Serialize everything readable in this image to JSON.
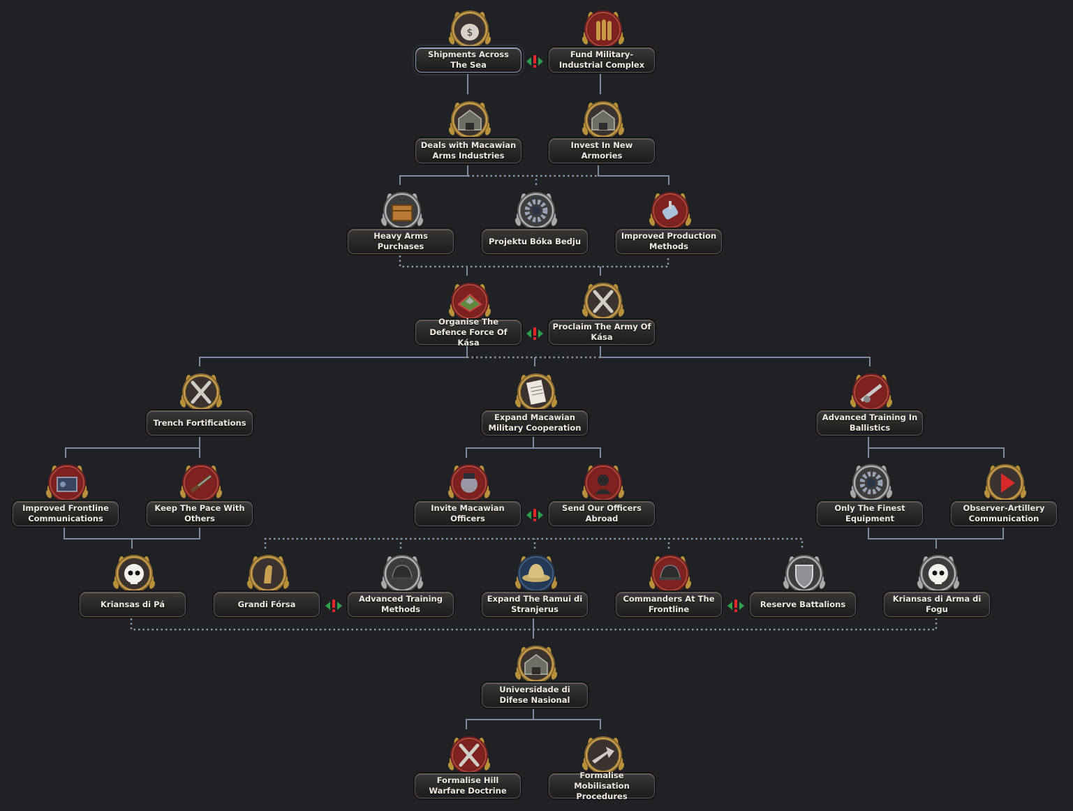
{
  "focus_tree": {
    "nodes": [
      {
        "id": "shipments",
        "label": "Shipments Across The Sea",
        "icon": "money-bag-icon",
        "col": 671,
        "row": 0,
        "theme": "gold",
        "selected": true
      },
      {
        "id": "fund",
        "label": "Fund Military-Industrial Complex",
        "icon": "shells-icon",
        "col": 862,
        "row": 0,
        "theme": "red"
      },
      {
        "id": "deals",
        "label": "Deals with Macawian Arms Industries",
        "icon": "factory-icon",
        "col": 671,
        "row": 1,
        "theme": "gold"
      },
      {
        "id": "invest",
        "label": "Invest In New Armories",
        "icon": "warehouse-icon",
        "col": 862,
        "row": 1,
        "theme": "gold"
      },
      {
        "id": "heavy",
        "label": "Heavy Arms Purchases",
        "icon": "crate-icon",
        "col": 574,
        "row": 2,
        "theme": "silver"
      },
      {
        "id": "projektu",
        "label": "Projektu Bóka Bedju",
        "icon": "gear-rifles-icon",
        "col": 766,
        "row": 2,
        "theme": "silver"
      },
      {
        "id": "improved_prod",
        "label": "Improved Production Methods",
        "icon": "wrench-icon",
        "col": 958,
        "row": 2,
        "theme": "red"
      },
      {
        "id": "organise",
        "label": "Organise The Defence Force Of Kása",
        "icon": "map-fort-icon",
        "col": 671,
        "row": 3,
        "theme": "red"
      },
      {
        "id": "proclaim",
        "label": "Proclaim The Army Of Kása",
        "icon": "crossed-cannons-icon",
        "col": 862,
        "row": 3,
        "theme": "gold"
      },
      {
        "id": "trench",
        "label": "Trench Fortifications",
        "icon": "trench-icon",
        "col": 286,
        "row": 4,
        "theme": "gold"
      },
      {
        "id": "expand_mac",
        "label": "Expand Macawian Military Cooperation",
        "icon": "document-icon",
        "col": 766,
        "row": 4,
        "theme": "gold"
      },
      {
        "id": "adv_ball",
        "label": "Advanced Training In Ballistics",
        "icon": "artillery-icon",
        "col": 1246,
        "row": 4,
        "theme": "red"
      },
      {
        "id": "frontline_comm",
        "label": "Improved Frontline Communications",
        "icon": "radio-icon",
        "col": 94,
        "row": 5,
        "theme": "red"
      },
      {
        "id": "keep_pace",
        "label": "Keep The Pace With Others",
        "icon": "rifle-icon",
        "col": 286,
        "row": 5,
        "theme": "red"
      },
      {
        "id": "invite",
        "label": "Invite Macawian Officers",
        "icon": "officer-pony-icon",
        "col": 670,
        "row": 5,
        "theme": "red"
      },
      {
        "id": "send",
        "label": "Send Our Officers Abroad",
        "icon": "soldier-silhouette-icon",
        "col": 862,
        "row": 5,
        "theme": "red"
      },
      {
        "id": "finest",
        "label": "Only The Finest Equipment",
        "icon": "gear-icon",
        "col": 1246,
        "row": 5,
        "theme": "silver"
      },
      {
        "id": "observer",
        "label": "Observer-Artillery Communication",
        "icon": "flag-play-icon",
        "col": 1438,
        "row": 5,
        "theme": "gold"
      },
      {
        "id": "kriansas_pa",
        "label": "Kriansas di Pá",
        "icon": "skull-icon",
        "col": 190,
        "row": 6,
        "theme": "gold"
      },
      {
        "id": "grandi",
        "label": "Grandi Fórsa",
        "icon": "pony-statue-icon",
        "col": 382,
        "row": 6,
        "theme": "gold"
      },
      {
        "id": "adv_train",
        "label": "Advanced Training Methods",
        "icon": "helmet-icon",
        "col": 574,
        "row": 6,
        "theme": "silver"
      },
      {
        "id": "ramui",
        "label": "Expand The Ramui di Stranjerus",
        "icon": "pith-helmet-icon",
        "col": 766,
        "row": 6,
        "theme": "blue"
      },
      {
        "id": "commanders",
        "label": "Commanders At The Frontline",
        "icon": "officer-cap-icon",
        "col": 958,
        "row": 6,
        "theme": "red"
      },
      {
        "id": "reserve",
        "label": "Reserve Battalions",
        "icon": "shield-icon",
        "col": 1150,
        "row": 6,
        "theme": "silver"
      },
      {
        "id": "kriansas_arma",
        "label": "Kriansas di Arma di Fogu",
        "icon": "skull-crossbones-icon",
        "col": 1342,
        "row": 6,
        "theme": "silver"
      },
      {
        "id": "universidade",
        "label": "Universidade di Difese Nasional",
        "icon": "academy-icon",
        "col": 766,
        "row": 7,
        "theme": "gold"
      },
      {
        "id": "hill",
        "label": "Formalise Hill Warfare Doctrine",
        "icon": "crossed-swords-icon",
        "col": 670,
        "row": 8,
        "theme": "red"
      },
      {
        "id": "mobilisation",
        "label": "Formalise Mobilisation Procedures",
        "icon": "arrow-icon",
        "col": 862,
        "row": 8,
        "theme": "gold"
      }
    ],
    "exclusives": [
      {
        "name": "exclusive-shipments-fund",
        "col": 766,
        "row": 0
      },
      {
        "name": "exclusive-organise-proclaim",
        "col": 766,
        "row": 3
      },
      {
        "name": "exclusive-invite-send",
        "col": 766,
        "row": 5
      },
      {
        "name": "exclusive-grandi-adv-train",
        "col": 478,
        "row": 6
      },
      {
        "name": "exclusive-commanders-reserve",
        "col": 1054,
        "row": 6
      }
    ],
    "colors": {
      "line": "#7d8aa0",
      "line_dotted": "#8b97ab",
      "exclusive_red": "#e3272b",
      "exclusive_green": "#2fa04a",
      "plate_selected": "#8f98b8"
    }
  }
}
